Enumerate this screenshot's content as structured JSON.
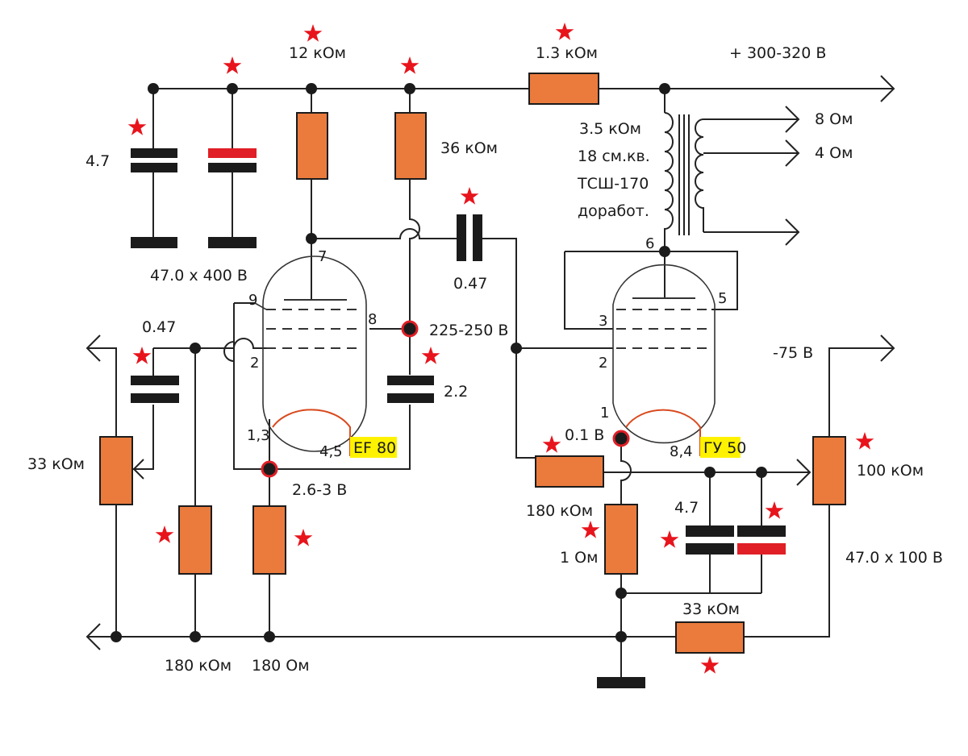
{
  "labels": {
    "r_12k": "12 кОм",
    "r_1_3k": "1.3 кОм",
    "supply": "+ 300-320 В",
    "r_36k": "36 кОм",
    "cap_4_7_left": "4.7",
    "cap_47_400": "47.0 x 400 В",
    "xfmr_line1": "3.5 кОм",
    "xfmr_line2": "18 см.кв.",
    "xfmr_line3": "ТСШ-170",
    "xfmr_line4": "доработ.",
    "out_8": "8 Ом",
    "out_4": "4 Ом",
    "cap_0_47_coupling": "0.47",
    "cap_0_47_input": "0.47",
    "v_screen": "225-250 В",
    "cap_2_2": "2.2",
    "bias_supply": "-75 В",
    "pot_33k": "33 кОм",
    "v_cathode1": "2.6-3 В",
    "r_180k_left": "180 кОм",
    "r_180_ohm": "180 Ом",
    "v_cathode2": "0.1 В",
    "r_180k_right": "180 кОм",
    "r_1_ohm": "1 Ом",
    "cap_4_7_right": "4.7",
    "pot_100k": "100 кОм",
    "cap_47_100": "47.0 x 100 В",
    "r_33k_bottom": "33 кОм"
  },
  "tubes": {
    "ef80": "EF 80",
    "gu50": "ГУ 50"
  },
  "pins": {
    "ef80_7": "7",
    "ef80_9": "9",
    "ef80_8": "8",
    "ef80_2": "2",
    "ef80_13": "1,3",
    "ef80_45": "4,5",
    "gu50_6": "6",
    "gu50_5": "5",
    "gu50_3": "3",
    "gu50_2": "2",
    "gu50_1": "1",
    "gu50_84": "8,4"
  },
  "colors": {
    "resistor": "#ea7b3d",
    "wire": "#222222",
    "star": "#e8141c",
    "highlight": "#fff200",
    "electrolytic_plate": "#e01f26"
  }
}
